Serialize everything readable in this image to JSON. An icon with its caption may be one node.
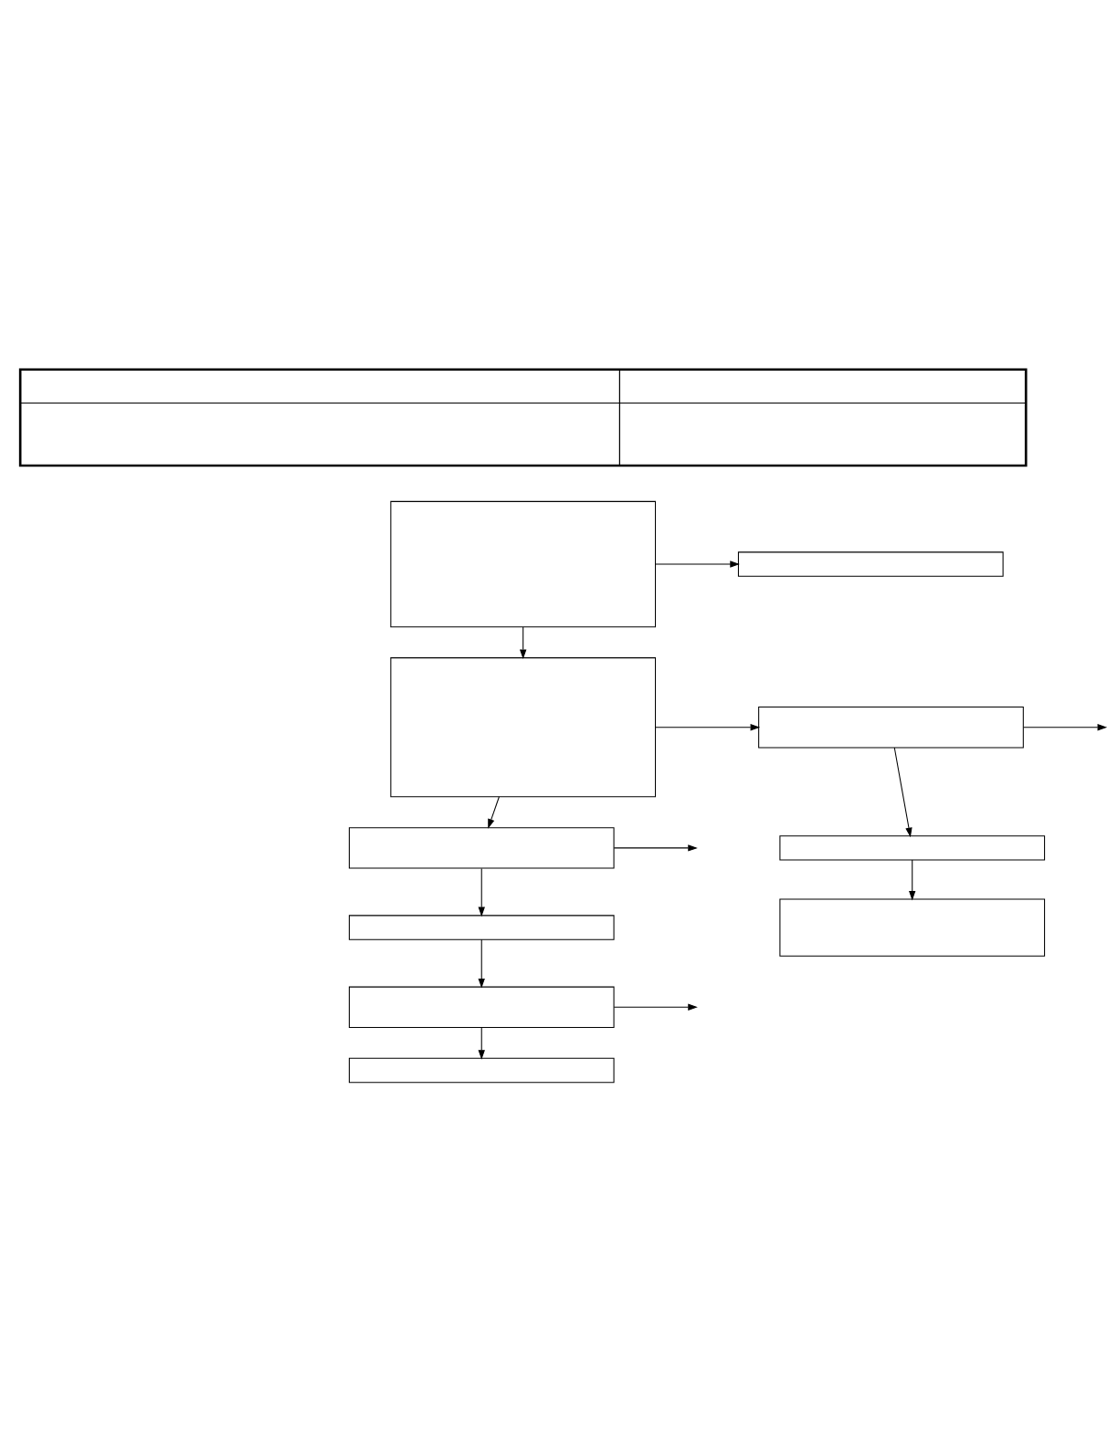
{
  "diagram": {
    "nodes": [
      {
        "text": [],
        "shape": "table"
      },
      {
        "text": [],
        "shape": "box"
      },
      {
        "text": [],
        "shape": "box"
      },
      {
        "text": [],
        "shape": "box"
      },
      {
        "text": [],
        "shape": "box"
      },
      {
        "text": [],
        "shape": "box"
      },
      {
        "text": [],
        "shape": "box"
      },
      {
        "text": [],
        "shape": "box"
      },
      {
        "text": [],
        "shape": "box"
      },
      {
        "text": [],
        "shape": "box"
      },
      {
        "text": [],
        "shape": "box"
      }
    ],
    "edges": [
      {
        "from": 1,
        "to": 2,
        "arrow": "to"
      },
      {
        "from": 1,
        "to": 3,
        "arrow": "to"
      },
      {
        "from": 3,
        "to": 4,
        "arrow": "to"
      },
      {
        "from": 4,
        "to": null,
        "arrow": "to"
      },
      {
        "from": 4,
        "to": 5,
        "arrow": "to"
      },
      {
        "from": 5,
        "to": 6,
        "arrow": "to"
      },
      {
        "from": 3,
        "to": 7,
        "arrow": "to"
      },
      {
        "from": 7,
        "to": null,
        "arrow": "to"
      },
      {
        "from": 7,
        "to": 8,
        "arrow": "to"
      },
      {
        "from": 8,
        "to": 9,
        "arrow": "to"
      },
      {
        "from": 9,
        "to": null,
        "arrow": "to"
      },
      {
        "from": 9,
        "to": 10,
        "arrow": "to"
      }
    ]
  }
}
